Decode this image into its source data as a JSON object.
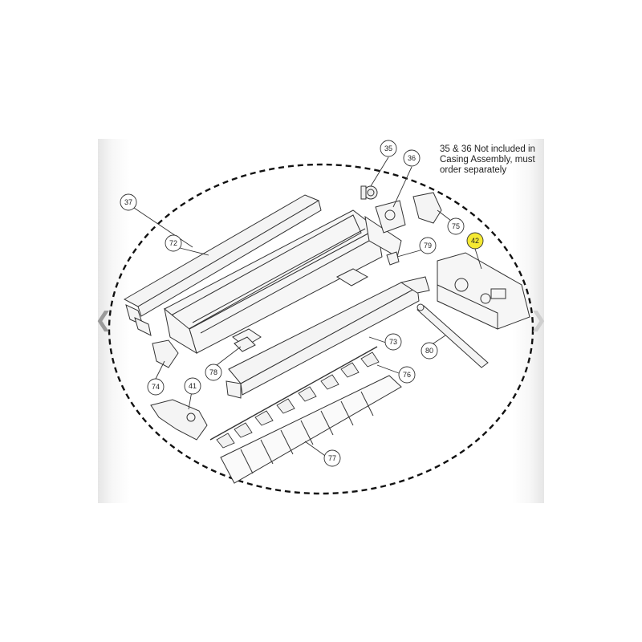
{
  "note": {
    "line1": "35 & 36 Not included in",
    "line2": "Casing Assembly, must",
    "line3": "order separately"
  },
  "nav": {
    "prev_icon": "chevron-left-icon",
    "next_icon": "chevron-right-icon"
  },
  "highlight_color": "#f5e932",
  "callouts": {
    "c35": "35",
    "c36": "36",
    "c37": "37",
    "c72": "72",
    "c75": "75",
    "c79": "79",
    "c42": "42",
    "c73": "73",
    "c80": "80",
    "c78": "78",
    "c76": "76",
    "c74": "74",
    "c41": "41",
    "c77": "77"
  }
}
